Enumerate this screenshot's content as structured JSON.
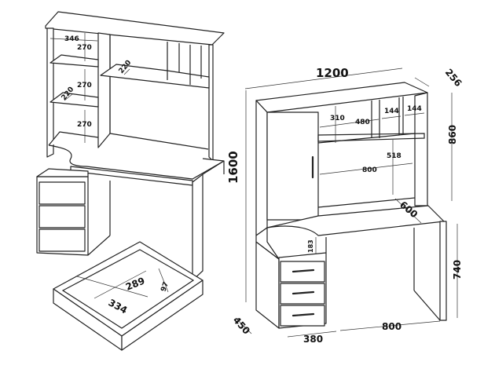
{
  "perspective_view": {
    "dims": {
      "width_346": "346",
      "shelf_1": "270",
      "shelf_2": "270",
      "shelf_3": "270",
      "depth_left": "220",
      "depth_center": "220"
    }
  },
  "drawer_view": {
    "dims": {
      "inner_width": "289",
      "inner_height": "97",
      "outer_depth": "334"
    }
  },
  "front_view": {
    "dims": {
      "total_width": "1200",
      "hutch_depth": "256",
      "hutch_height": "860",
      "total_height": "1600",
      "shelf_gap": "310",
      "shelf_width": "480",
      "niche_1": "144",
      "niche_2": "144",
      "knee_height": "518",
      "knee_width": "800",
      "desk_depth": "600",
      "pedestal_gap": "183",
      "desk_height": "740",
      "depth_450": "450",
      "pedestal_width": "380",
      "leg_span": "800"
    }
  }
}
